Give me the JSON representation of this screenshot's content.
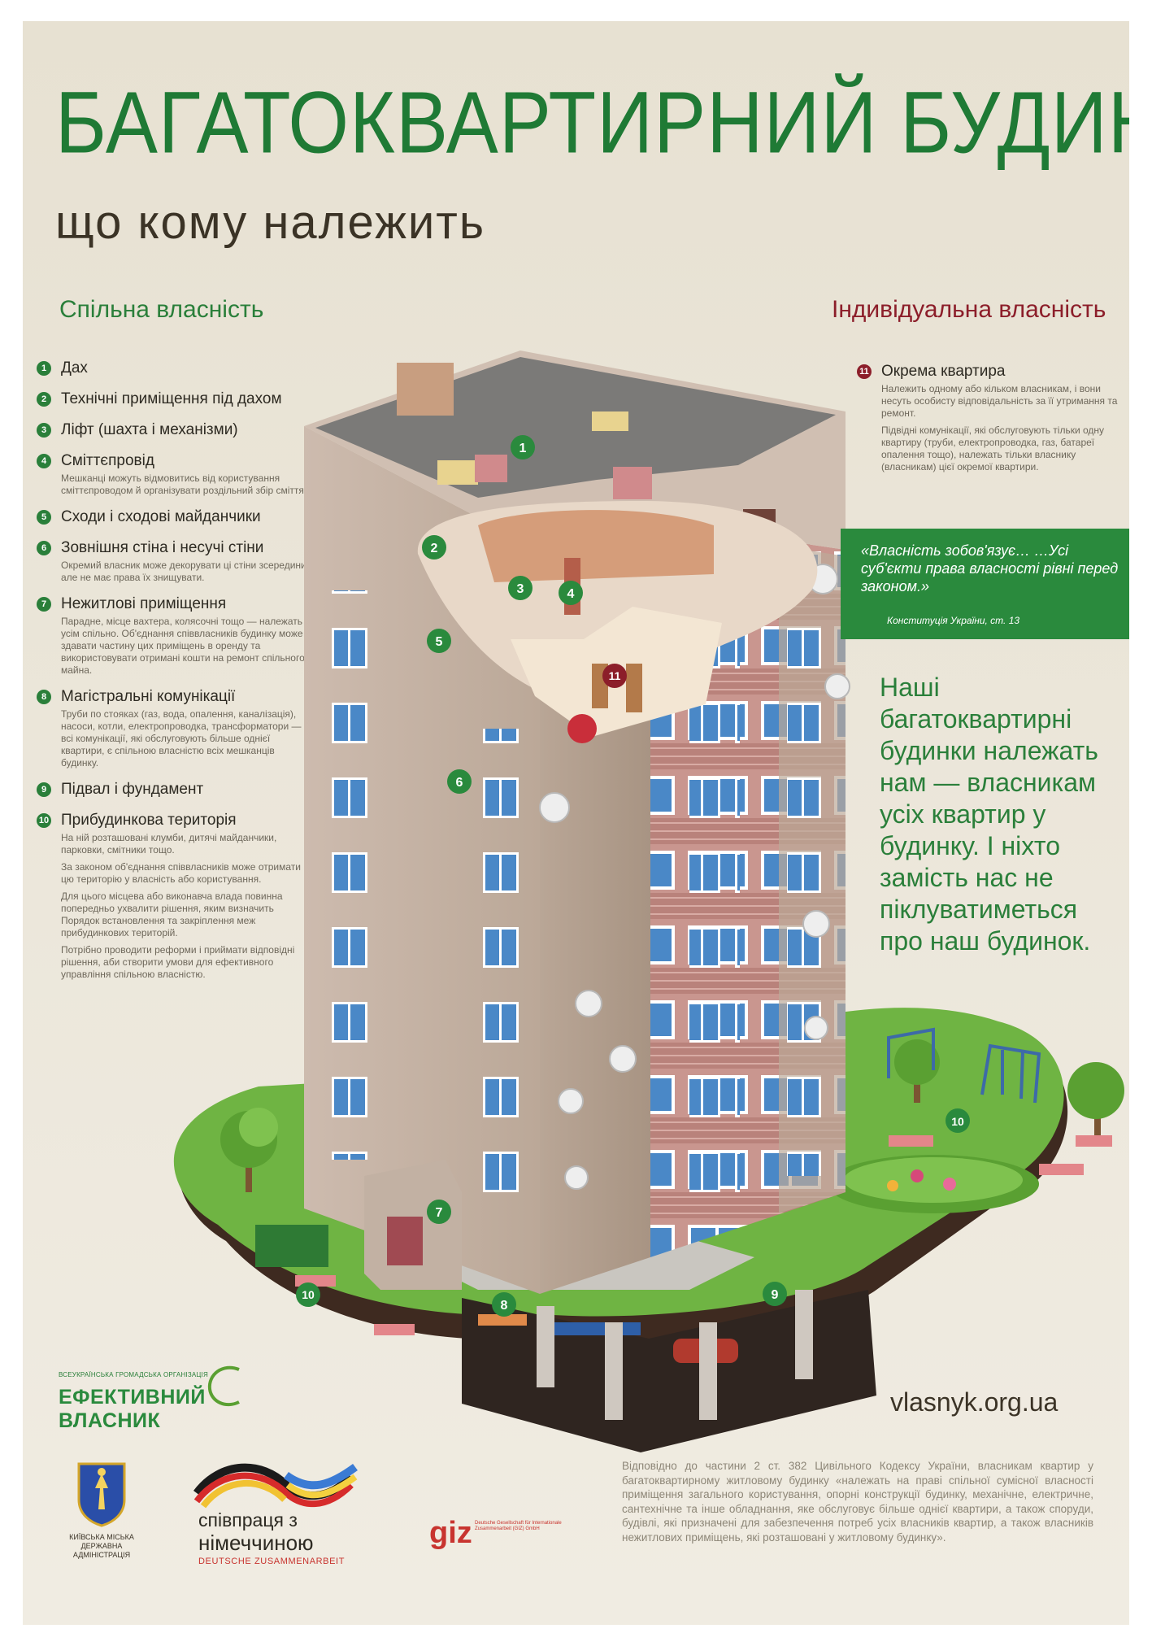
{
  "header": {
    "title": "БАГАТОКВАРТИРНИЙ БУДИНОК",
    "subtitle": "що кому належить"
  },
  "columns": {
    "common": "Спільна власність",
    "individual": "Індивідуальна власність"
  },
  "common_items": [
    {
      "num": "1",
      "title": "Дах"
    },
    {
      "num": "2",
      "title": "Технічні приміщення під дахом"
    },
    {
      "num": "3",
      "title": "Ліфт (шахта і механізми)"
    },
    {
      "num": "4",
      "title": "Сміттєпровід",
      "desc": [
        "Мешканці можуть відмовитись від користування сміттєпроводом й організувати роздільний збір сміття."
      ]
    },
    {
      "num": "5",
      "title": "Сходи і сходові майданчики"
    },
    {
      "num": "6",
      "title": "Зовнішня стіна і несучі стіни",
      "desc": [
        "Окремий власник може декорувати ці стіни зсередини, але не має права їх знищувати."
      ]
    },
    {
      "num": "7",
      "title": "Нежитлові приміщення",
      "desc": [
        "Парадне, місце вахтера, колясочні тощо — належать усім спільно. Об'єднання співвласників будинку може здавати частину цих приміщень в оренду та використовувати отримані кошти на ремонт спільного майна."
      ]
    },
    {
      "num": "8",
      "title": "Магістральні комунікації",
      "desc": [
        "Труби по стояках (газ, вода, опалення, каналізація), насоси, котли, електропроводка, трансформатори — всі комунікації, які обслуговують більше однієї квартири, є спільною власністю всіх мешканців будинку."
      ]
    },
    {
      "num": "9",
      "title": "Підвал і фундамент"
    },
    {
      "num": "10",
      "title": "Прибудинкова територія",
      "desc": [
        "На ній розташовані клумби, дитячі майданчики, парковки, смітники тощо.",
        "За законом об'єднання співвласників може отримати цю територію у власність або користування.",
        "Для цього місцева або виконавча влада повинна попередньо ухвалити рішення, яким визначить Порядок встановлення та закріплення меж прибудинкових територій.",
        "Потрібно проводити реформи і приймати відповідні рішення, аби створити умови для ефективного управління спільною власністю."
      ]
    }
  ],
  "individual_item": {
    "num": "11",
    "title": "Окрема квартира",
    "desc": [
      "Належить одному або кільком власникам, і вони несуть особисту відповідальність за її утримання та ремонт.",
      "Підвідні комунікації, які обслуговують тільки одну квартиру (труби, електропроводка, газ, батареї опалення тощо), належать тільки власнику (власникам) цієї окремої квартири."
    ]
  },
  "quote": {
    "text": "«Власність зобов'язує… …Усі суб'єкти права власності рівні перед законом.»",
    "source": "Конституція України, ст. 13"
  },
  "slogan": "Наші багатоквартирні будинки належать нам — власникам усіх квартир у будинку. І ніхто замість нас не піклуватиметься про наш будинок.",
  "footer": {
    "org_small": "ВСЕУКРАЇНСЬКА ГРОМАДСЬКА ОРГАНІЗАЦІЯ",
    "org_name_1": "ЕФЕКТИВНИЙ",
    "org_name_2": "ВЛАСНИК",
    "website": "vlasnyk.org.ua",
    "kmda": [
      "КИЇВСЬКА МІСЬКА",
      "ДЕРЖАВНА",
      "АДМІНІСТРАЦІЯ"
    ],
    "coop_1": "співпраця з",
    "coop_2": "німеччиною",
    "coop_3": "DEUTSCHE ZUSAMMENARBEIT",
    "giz_word": "giz",
    "giz_sub": "Deutsche Gesellschaft für Internationale Zusammenarbeit (GIZ) GmbH",
    "law_text": "Відповідно до частини 2 ст. 382 Цивільного Кодексу України, власникам квартир у багатоквартирному житловому будинку «належать на праві спільної сумісної власності приміщення загального користування, опорні конструкції будинку, механічне, електричне, сантехнічне та інше обладнання, яке обслуговує більше однієї квартири, а також споруди, будівлі, які призначені для забезпечення потреб усіх власників квартир, а також власників нежитлових приміщень, які розташовані у житловому будинку»."
  },
  "markers": [
    "1",
    "2",
    "3",
    "4",
    "5",
    "6",
    "7",
    "8",
    "9",
    "10",
    "10",
    "11"
  ],
  "colors": {
    "green": "#2a7f3a",
    "red": "#8c1e2a",
    "wall": "#c7b5a6",
    "roof": "#7b7a78",
    "grass": "#6fb443"
  }
}
